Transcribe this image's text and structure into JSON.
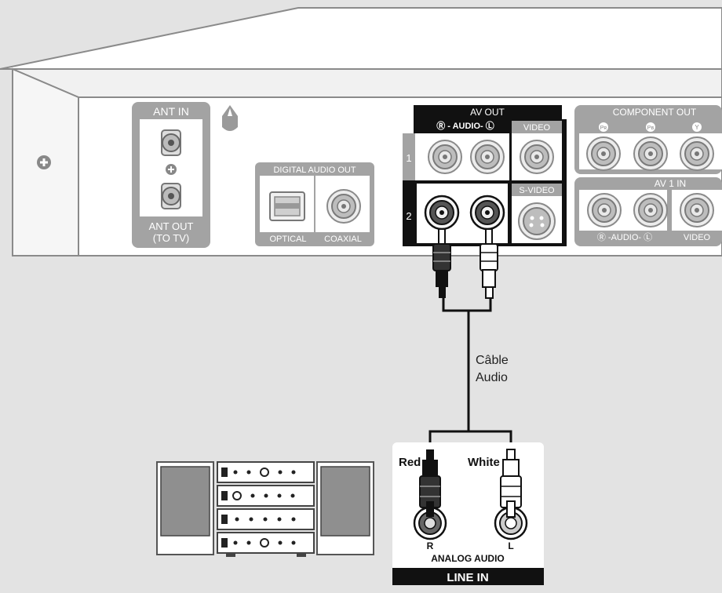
{
  "rear_panel": {
    "ant": {
      "in_label": "ANT IN",
      "out_label_1": "ANT OUT",
      "out_label_2": "(TO TV)"
    },
    "digital_audio_out": {
      "title": "DIGITAL AUDIO OUT",
      "optical_label": "OPTICAL",
      "coaxial_label": "COAXIAL"
    },
    "av_out": {
      "title": "AV OUT",
      "audio_label": "Ⓡ - AUDIO- Ⓛ",
      "video_label": "VIDEO",
      "svideo_label": "S-VIDEO",
      "row1_label": "1",
      "row2_label": "2"
    },
    "component_out": {
      "title": "COMPONENT OUT",
      "pr_label": "Pʀ",
      "pb_label": "Pʙ",
      "y_label": "Y"
    },
    "av1_in": {
      "title": "AV 1 IN",
      "audio_label": "Ⓡ -AUDIO- Ⓛ",
      "video_label": "VIDEO"
    }
  },
  "cable": {
    "label_line1": "Câble",
    "label_line2": "Audio"
  },
  "line_in_panel": {
    "red_label": "Red",
    "white_label": "White",
    "r_label": "R",
    "l_label": "L",
    "analog_audio_label": "ANALOG AUDIO",
    "line_in_label": "LINE IN"
  },
  "colors": {
    "background": "#e3e3e3",
    "panel_white": "#ffffff",
    "outline": "#8a8a8a",
    "label_box": "#9a9a9a",
    "dark": "#111111"
  }
}
